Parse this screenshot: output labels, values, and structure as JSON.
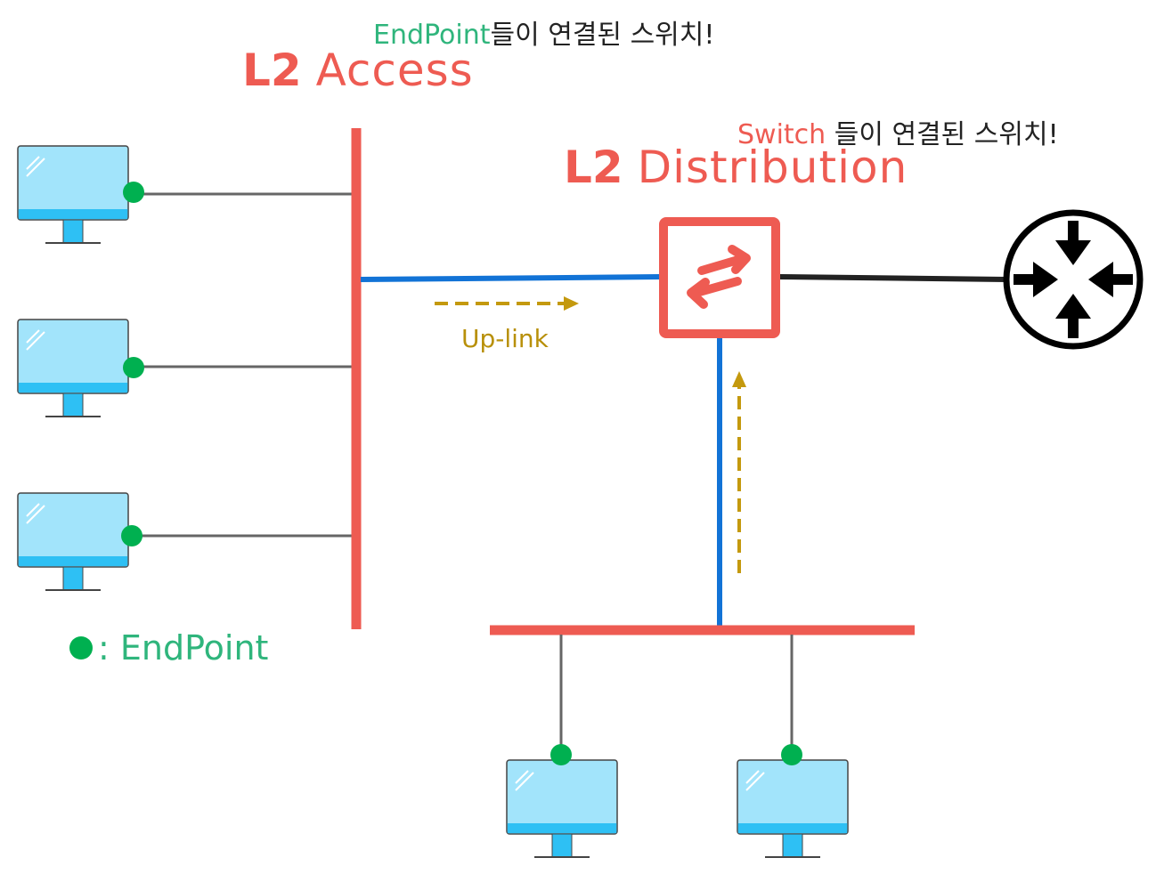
{
  "captions": {
    "access_note_highlight": "EndPoint",
    "access_note_rest": "들이 연결된 스위치!",
    "distribution_note_highlight": "Switch",
    "distribution_note_rest": " 들이 연결된 스위치!"
  },
  "layers": {
    "access": {
      "prefix": "L2",
      "name": "Access"
    },
    "distribution": {
      "prefix": "L2",
      "name": "Distribution"
    }
  },
  "uplink_label": "Up-link",
  "legend": {
    "text": ": EndPoint"
  },
  "colors": {
    "bus": "#ee5b52",
    "uplink": "#1273d6",
    "arrow": "#c4990e",
    "endpoint": "#00b050",
    "monitor_screen": "#a2e4fb",
    "monitor_base": "#2ec0f4",
    "router": "#000000"
  },
  "icons": [
    "monitor-icon",
    "switch-icon",
    "router-icon",
    "endpoint-dot"
  ]
}
